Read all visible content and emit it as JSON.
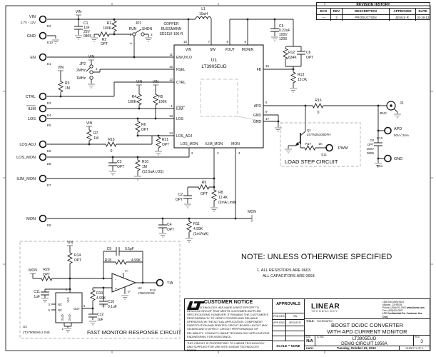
{
  "revision_history": {
    "title": "REVISION HISTORY",
    "headers": {
      "eco": "ECO",
      "rev": "REV",
      "description": "DESCRIPTION",
      "approved": "APPROVED",
      "date": "DATE"
    },
    "row": {
      "eco": "—",
      "rev": "3",
      "description": "PRODUCTION",
      "approved": "JESUS R.",
      "date": "10-18-13"
    }
  },
  "note": {
    "heading": "NOTE: UNLESS OTHERWISE SPECIFIED",
    "line1": "1. ALL RESISTORS ARE 0603.",
    "line2": "ALL CAPACITORS ARE 0603."
  },
  "nets": {
    "vin": "VIN",
    "mon": "MON"
  },
  "boxes": {
    "load_step": "LOAD STEP CIRCUIT",
    "fast_monitor": "FAST MONITOR RESPONSE CIRCUIT"
  },
  "terminals": {
    "e2": {
      "name": "VIN",
      "sub": "2.7V - 12V",
      "ref": "E2"
    },
    "e10": {
      "name": "GND",
      "ref": "E10"
    },
    "e1": {
      "name": "EN",
      "ref": "E1"
    },
    "e3": {
      "name": "CTRL",
      "ref": "E3"
    },
    "e4": {
      "name": "ILIM",
      "ref": "E4"
    },
    "e5": {
      "name": "LOS",
      "ref": "E5"
    },
    "e6": {
      "name": "LOS ADJ",
      "ref": "E6"
    },
    "e8": {
      "name": "LOS_MON",
      "ref": "E8"
    },
    "e7": {
      "name": "ILIM_MON",
      "ref": "E7"
    },
    "e9": {
      "name": "MON",
      "ref": "E9"
    },
    "e11": {
      "name": "PWM",
      "ref": "E11"
    },
    "e12": {
      "name": "TIA",
      "ref": "E12"
    },
    "e13": {
      "name": "APD",
      "sub": "50V / 2mA",
      "ref": "E13"
    },
    "e14": {
      "name": "GND",
      "ref": "E14"
    },
    "j1": {
      "name": "BNC",
      "ref": "J1"
    }
  },
  "components": {
    "c1": {
      "ref": "C1",
      "l1": "1uF",
      "l2": "25V",
      "l3": "0805"
    },
    "r1": {
      "ref": "R1",
      "l1": "100K"
    },
    "r2": {
      "ref": "R2",
      "l1": "OPT"
    },
    "jp1": {
      "ref": "JP1",
      "pos1": "RUN",
      "pos2": "SHDN",
      "p1": "1",
      "p2": "2",
      "p3": "3"
    },
    "jp2": {
      "ref": "JP2",
      "pos1": "2MHz",
      "pos2": "1MHz",
      "p2": "2"
    },
    "r3": {
      "ref": "R3",
      "l1": "1M"
    },
    "r4": {
      "ref": "R4",
      "l1": "100K"
    },
    "r5": {
      "ref": "R5",
      "l1": "100K"
    },
    "r6": {
      "ref": "R6",
      "l1": "OPT"
    },
    "r7": {
      "ref": "R7",
      "l1": "1M"
    },
    "r15": {
      "ref": "R15",
      "l1": "0"
    },
    "r21": {
      "ref": "R21",
      "l1": "OPT"
    },
    "c3": {
      "ref": "C3",
      "l1": "OPT"
    },
    "r10": {
      "ref": "R10",
      "l1": "1M",
      "l2": "(12.5uA LOS)"
    },
    "l1": {
      "ref": "L1",
      "l1": "10uH"
    },
    "l1note": {
      "l1": "COPPER",
      "l2": "BUSSMANN",
      "l3": "SD3110-100-R"
    },
    "c5": {
      "ref": "C5",
      "l1": "0.22uF",
      "l2": "100V",
      "l3": "1206"
    },
    "r12": {
      "ref": "R12",
      "l1": "634K"
    },
    "c6": {
      "ref": "C6",
      "l1": "OPT"
    },
    "r13": {
      "ref": "R13",
      "l1": "15.0K"
    },
    "r16": {
      "ref": "R16",
      "l1": "0"
    },
    "q1": {
      "ref": "Q1",
      "l1": "ZXTN25100DFH"
    },
    "r17": {
      "ref": "R17",
      "l1": "1K"
    },
    "c8": {
      "ref": "C8",
      "l1": "OPT",
      "l2": "100V",
      "l3": "0805"
    },
    "r9": {
      "ref": "R9",
      "l1": "OPT"
    },
    "c2": {
      "ref": "C2",
      "l1": "OPT"
    },
    "r8": {
      "ref": "R8",
      "l1": "12.4K",
      "l2": "(2mA Limit)"
    },
    "r11": {
      "ref": "R11",
      "l1": "4.99K",
      "l2": "(1mV/uA)"
    },
    "c4": {
      "ref": "C4",
      "l1": "OPT"
    },
    "r14": {
      "ref": "R14",
      "l1": "OPT"
    },
    "r20": {
      "ref": "R20",
      "l1": "OPT"
    },
    "c9": {
      "ref": "C9",
      "l1": "0.5pF"
    },
    "r18": {
      "ref": "R18",
      "l1": "4.99K"
    },
    "r19": {
      "ref": "R19",
      "l1": "4.99K"
    },
    "c10": {
      "ref": "C10",
      "l1": "0.1uF"
    },
    "c11": {
      "ref": "C11",
      "l1": "1uF"
    },
    "c12": {
      "ref": "C12",
      "l1": "1uF"
    }
  },
  "u1": {
    "ref": "U1",
    "part": "LT3905EUD",
    "pins": {
      "vin": {
        "n": "10",
        "name": "VIN"
      },
      "sw": {
        "n": "7",
        "name": "SW"
      },
      "vout": {
        "n": "8",
        "name": "VOUT"
      },
      "monin": {
        "n": "6",
        "name": "MONIN"
      },
      "en": {
        "n": "11",
        "name": "EN/UVLO"
      },
      "fsel": {
        "n": "16",
        "name": "FSEL"
      },
      "ctrl": {
        "n": "12",
        "name": "CTRL"
      },
      "ilim": {
        "n": "1",
        "name": "ILIM"
      },
      "los": {
        "n": "13",
        "name": "LOS"
      },
      "los_adj": {
        "n": "14",
        "name": "LOS_ADJ"
      },
      "fb": {
        "n": "15",
        "name": "FB"
      },
      "apd": {
        "n": "5",
        "name": "APD"
      },
      "gnd9": {
        "n": "9",
        "name": "GND"
      },
      "gnd17": {
        "n": "17",
        "name": "GND"
      },
      "los_mon": {
        "n": "2",
        "name": "LOS_MON"
      },
      "ilim_mon": {
        "n": "3",
        "name": "ILIM_MON"
      },
      "mon": {
        "n": "4",
        "name": "MON"
      }
    }
  },
  "u2": {
    "ref": "U2",
    "part": "LT6210CS6",
    "inv": "-",
    "noninv": "+",
    "vplus": "V+",
    "vminus": "V-"
  },
  "u3": {
    "ref": "U3",
    "part": "LT1790BIS6-2.048",
    "pins": {
      "vin": "VIN",
      "out": "OUT",
      "nc": "NC",
      "gnd": "GND",
      "n2": "2",
      "n3": "3",
      "n4": "4",
      "n5": "5",
      "n6": "6"
    }
  },
  "title_block": {
    "customer_notice": {
      "heading": "CUSTOMER NOTICE",
      "body": "LINEAR TECHNOLOGY HAS MADE A BEST EFFORT TO DESIGN A CIRCUIT THAT MEETS CUSTOMER-SUPPLIED SPECIFICATIONS; HOWEVER, IT REMAINS THE CUSTOMER'S RESPONSIBILITY TO VERIFY PROPER AND RELIABLE OPERATION IN THE ACTUAL APPLICATION.  COMPONENT SUBSTITUTION AND PRINTED CIRCUIT BOARD LAYOUT MAY SIGNIFICANTLY AFFECT CIRCUIT PERFORMANCE OR RELIABILITY.  CONTACT LINEAR TECHNOLOGY APPLICATIONS ENGINEERING FOR ASSISTANCE.",
      "footer": "THIS CIRCUIT IS PROPRIETARY TO LINEAR TECHNOLOGY AND SUPPLIED FOR USE WITH LINEAR TECHNOLOGY PARTS."
    },
    "approvals": {
      "heading": "APPROVALS",
      "rows": [
        {
          "label": "PCB DES.",
          "value": "JW"
        },
        {
          "label": "APP ENG.",
          "value": "JESUS R."
        }
      ],
      "scale": "SCALE = NONE"
    },
    "company": {
      "name1": "LINEAR",
      "name2": "TECHNOLOGY",
      "addr1": "1630 McCarthy Blvd.",
      "addr2": "Milpitas, CA 95035",
      "addr3": "Phone: (408)432-1900",
      "web": "www.linear.com",
      "addr4": "Fax: (408)434-0507",
      "addr5": "LTC Confidential-For Customer Use Only"
    },
    "title_label": "TITLE:",
    "title_sub": "SCHEMATIC",
    "title1": "BOOST DC/DC CONVERTER",
    "title2": "WITH APD CURRENT MONITOR",
    "size_label": "SIZE",
    "size": "N/A",
    "icno_label": "IC NO.",
    "ic1": "LT3905EUD",
    "ic2": "DEMO CIRCUIT 1956A",
    "rev_label": "REV.",
    "rev": "3",
    "date_label": "DATE:",
    "date": "Tuesday, October 22, 2013",
    "sheet": "SHEET  1  OF  1"
  }
}
